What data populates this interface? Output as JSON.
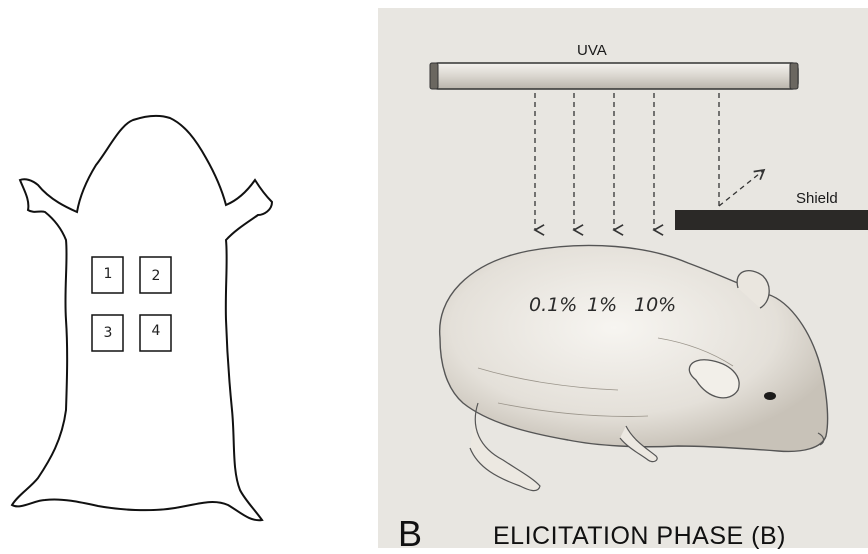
{
  "left_panel": {
    "sites": [
      "1",
      "2",
      "3",
      "4"
    ]
  },
  "right_panel": {
    "uva_label": "UVA",
    "shield_label": "Shield",
    "concentrations": [
      "0.1%",
      "1%",
      "10%"
    ],
    "panel_letter": "B",
    "phase_title": "ELICITATION PHASE (B)"
  }
}
